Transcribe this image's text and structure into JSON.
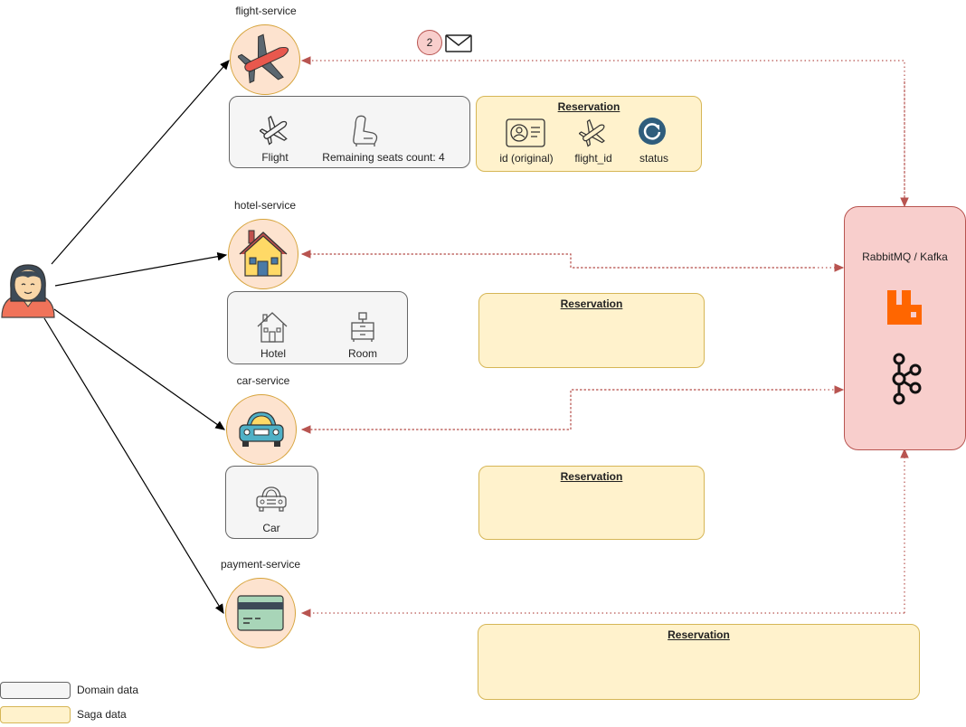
{
  "services": {
    "flight": {
      "label": "flight-service"
    },
    "hotel": {
      "label": "hotel-service"
    },
    "car": {
      "label": "car-service"
    },
    "payment": {
      "label": "payment-service"
    }
  },
  "flight_domain": {
    "flight_label": "Flight",
    "seats_label": "Remaining seats count: 4"
  },
  "flight_saga": {
    "title": "Reservation",
    "id_label": "id (original)",
    "flight_id_label": "flight_id",
    "status_label": "status"
  },
  "hotel_domain": {
    "hotel_label": "Hotel",
    "room_label": "Room"
  },
  "hotel_saga": {
    "title": "Reservation"
  },
  "car_domain": {
    "car_label": "Car"
  },
  "car_saga": {
    "title": "Reservation"
  },
  "payment_saga": {
    "title": "Reservation"
  },
  "message_badge": {
    "count": "2"
  },
  "broker": {
    "label": "RabbitMQ / Kafka"
  },
  "legend": {
    "domain": "Domain data",
    "saga": "Saga data"
  },
  "colors": {
    "service_fill": "#fde3cf",
    "domain_fill": "#f5f5f5",
    "saga_fill": "#fff2cc",
    "broker_fill": "#f8cecc",
    "arrow_dotted": "#b85450",
    "rabbit_orange": "#ff6600"
  }
}
